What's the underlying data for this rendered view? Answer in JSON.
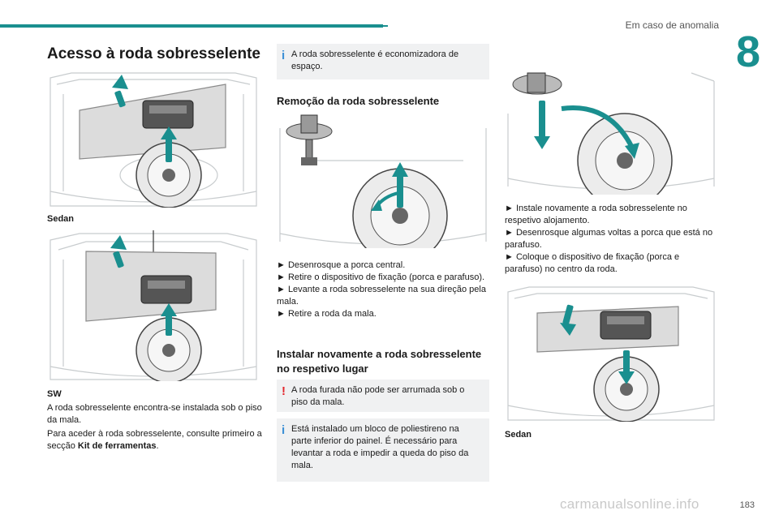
{
  "header": {
    "section_title": "Em caso de anomalia",
    "chapter_number": "8",
    "accent_color": "#1a8f8f"
  },
  "left": {
    "title": "Acesso à roda sobresselente",
    "caption_sedan": "Sedan",
    "caption_sw": "SW",
    "para1": "A roda sobresselente encontra-se instalada sob o piso da mala.",
    "para2_before": "Para aceder à roda sobresselente, consulte primeiro a secção ",
    "para2_bold": "Kit de ferramentas",
    "para2_after": "."
  },
  "middle": {
    "info1": "A roda sobresselente é economizadora de espaço.",
    "heading_removal": "Remoção da roda sobresselente",
    "steps_removal": [
      "► Desenrosque a porca central.",
      "► Retire o dispositivo de fixação (porca e parafuso).",
      "► Levante a roda sobresselente na sua direção pela mala.",
      "► Retire a roda da mala."
    ],
    "heading_install": "Instalar novamente a roda sobresselente no respetivo lugar",
    "warning": "A roda furada não pode ser arrumada sob o piso da mala.",
    "info2": "Está instalado um bloco de poliestireno na parte inferior do painel. É necessário para levantar a roda e impedir a queda do piso da mala."
  },
  "right": {
    "steps_install": [
      "► Instale novamente a roda sobresselente no respetivo alojamento.",
      "► Desenrosque algumas voltas a porca que está no parafuso.",
      "► Coloque o dispositivo de fixação (porca e parafuso) no centro da roda."
    ],
    "caption_sedan": "Sedan"
  },
  "footer": {
    "page_number": "183",
    "watermark": "carmanualsonline.info"
  }
}
